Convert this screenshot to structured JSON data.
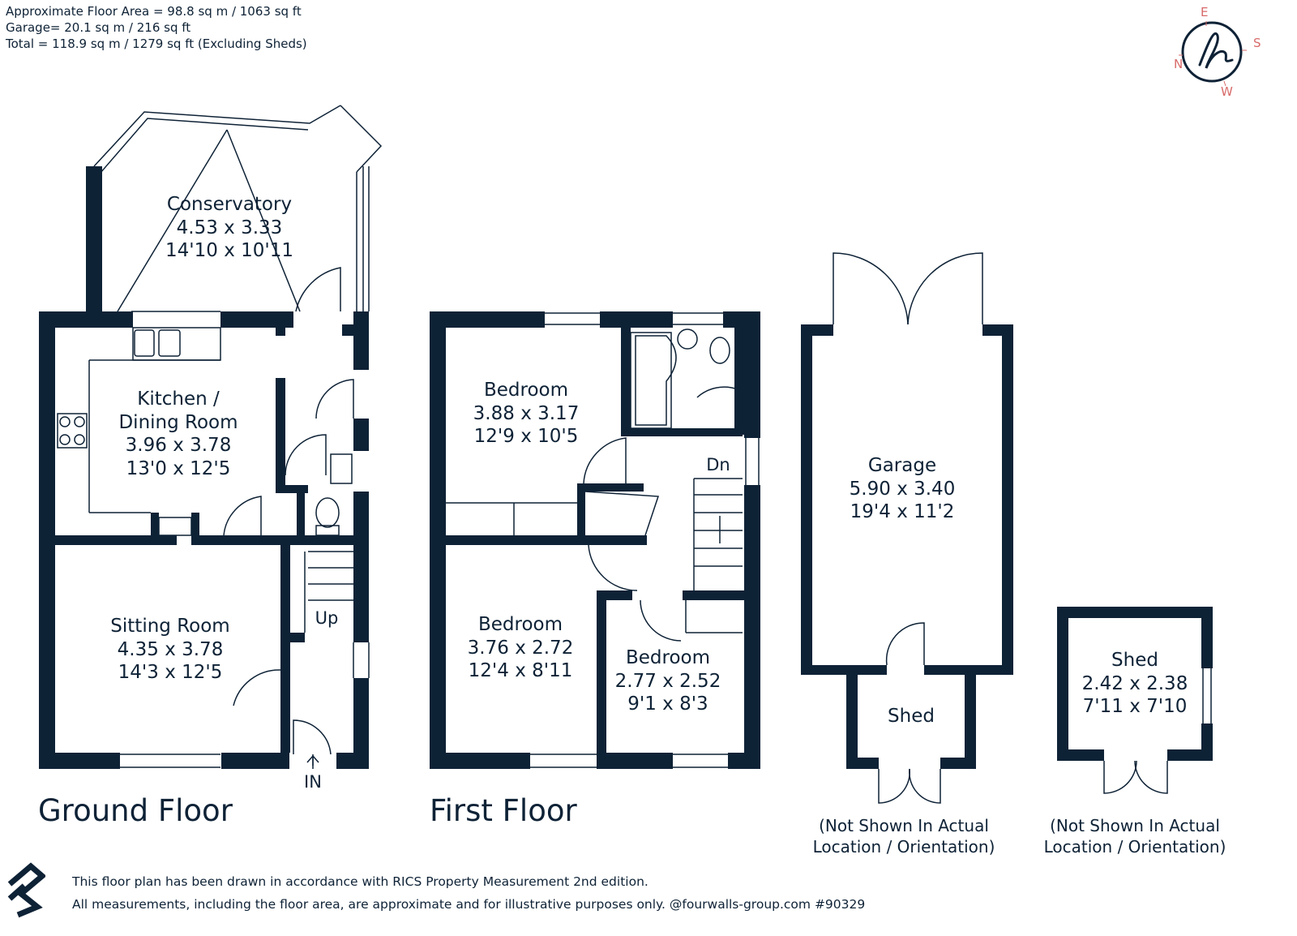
{
  "area_info": {
    "floor_area": "Approximate Floor Area = 98.8 sq m / 1063 sq ft",
    "garage": "Garage= 20.1 sq m / 216 sq ft",
    "total": "Total = 118.9 sq m / 1279 sq ft (Excluding Sheds)"
  },
  "compass": {
    "north": "N",
    "east": "E",
    "south": "S",
    "west": "W",
    "accent_color": "#d86a6a"
  },
  "colors": {
    "wall": "#0e2236",
    "text": "#0e2236",
    "line": "#0e2236"
  },
  "ground_floor": {
    "title": "Ground Floor",
    "conservatory": {
      "name": "Conservatory",
      "metric": "4.53 x 3.33",
      "imperial": "14'10 x 10'11"
    },
    "kitchen": {
      "name_line1": "Kitchen /",
      "name_line2": "Dining Room",
      "metric": "3.96 x 3.78",
      "imperial": "13'0 x 12'5"
    },
    "sitting": {
      "name": "Sitting Room",
      "metric": "4.35 x 3.78",
      "imperial": "14'3 x 12'5"
    },
    "stairs_label": "Up",
    "entrance_label": "IN"
  },
  "first_floor": {
    "title": "First Floor",
    "bedroom1": {
      "name": "Bedroom",
      "metric": "3.88 x 3.17",
      "imperial": "12'9 x 10'5"
    },
    "bedroom2": {
      "name": "Bedroom",
      "metric": "3.76 x 2.72",
      "imperial": "12'4 x 8'11"
    },
    "bedroom3": {
      "name": "Bedroom",
      "metric": "2.77 x 2.52",
      "imperial": "9'1 x 8'3"
    },
    "stairs_label": "Dn"
  },
  "garage": {
    "name": "Garage",
    "metric": "5.90 x 3.40",
    "imperial": "19'4 x 11'2",
    "shed_label": "Shed",
    "note_line1": "(Not Shown In Actual",
    "note_line2": "Location / Orientation)"
  },
  "shed": {
    "name": "Shed",
    "metric": "2.42 x 2.38",
    "imperial": "7'11 x 7'10",
    "note_line1": "(Not Shown In Actual",
    "note_line2": "Location / Orientation)"
  },
  "disclaimer": {
    "line1": "This floor plan has been drawn in accordance with RICS Property Measurement 2nd edition.",
    "line2": "All measurements, including the floor area, are approximate and for illustrative purposes only. @fourwalls-group.com #90329"
  }
}
